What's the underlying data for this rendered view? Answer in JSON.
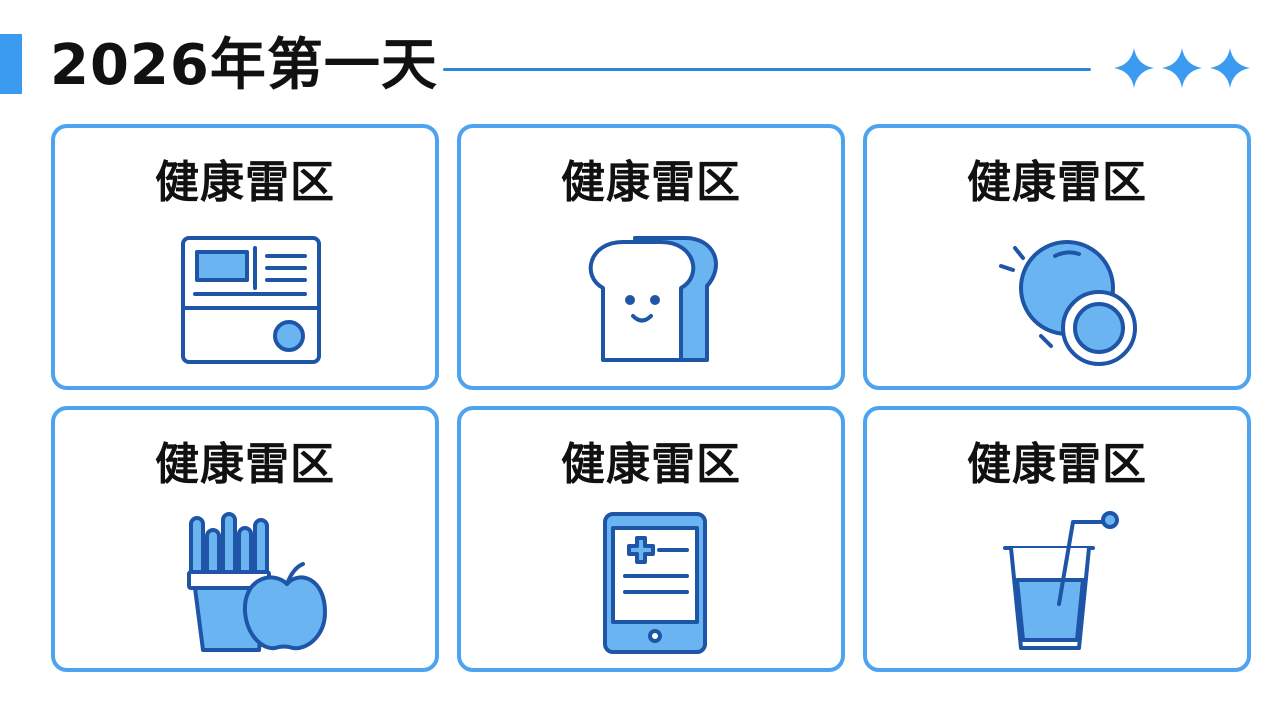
{
  "header": {
    "title": "2026年第一天",
    "decoration_icon": "three-sparkle-stars"
  },
  "cards": [
    {
      "label": "健康雷区",
      "icon": "appliance-panel-icon"
    },
    {
      "label": "健康雷区",
      "icon": "bread-toast-icon"
    },
    {
      "label": "健康雷区",
      "icon": "round-fruit-slice-icon"
    },
    {
      "label": "健康雷区",
      "icon": "fries-apple-icon"
    },
    {
      "label": "健康雷区",
      "icon": "medical-tablet-icon"
    },
    {
      "label": "健康雷区",
      "icon": "drink-cup-icon"
    }
  ],
  "colors": {
    "accent": "#3b9bf0",
    "card_border": "#4da3ee",
    "icon_stroke": "#1e55a6",
    "icon_fill": "#6ab4f2",
    "text": "#111111"
  }
}
